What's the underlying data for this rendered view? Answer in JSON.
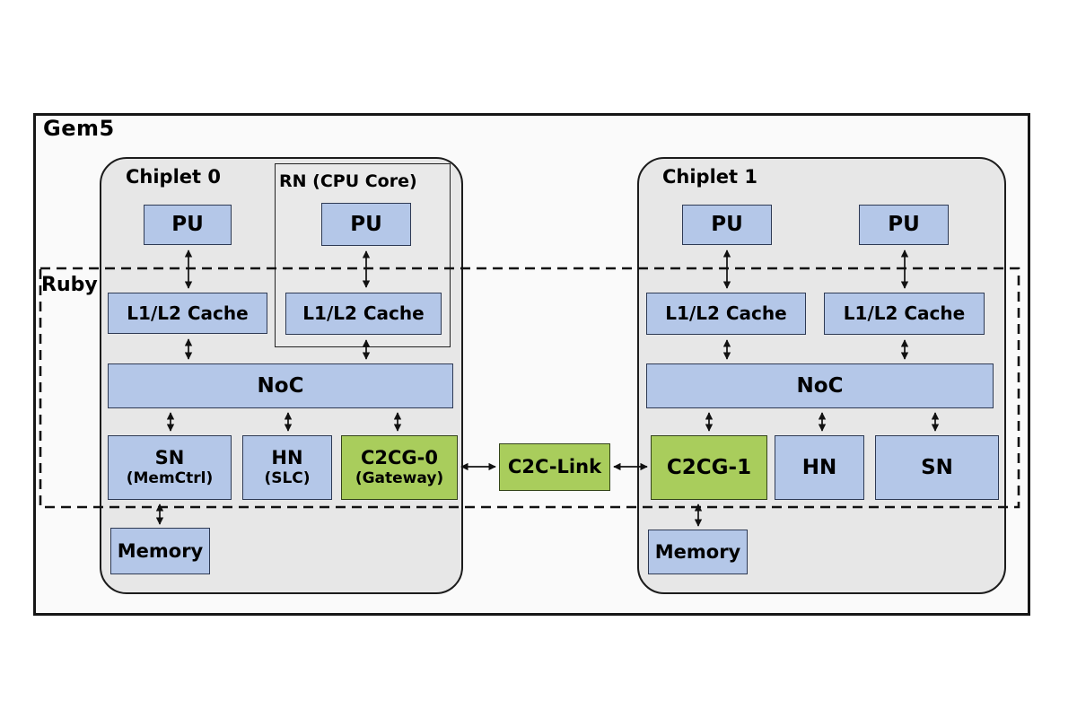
{
  "diagram": {
    "title": "Gem5",
    "ruby_label": "Ruby",
    "link": {
      "label": "C2C-Link"
    },
    "chiplet0": {
      "label": "Chiplet 0",
      "rn_label": "RN (CPU Core)",
      "pu": "PU",
      "rn_pu": "PU",
      "cache": "L1/L2 Cache",
      "rn_cache": "L1/L2 Cache",
      "noc": "NoC",
      "sn": "SN",
      "sn_sub": "(MemCtrl)",
      "hn": "HN",
      "hn_sub": "(SLC)",
      "c2cg": "C2CG-0",
      "c2cg_sub": "(Gateway)",
      "memory": "Memory"
    },
    "chiplet1": {
      "label": "Chiplet 1",
      "pu_left": "PU",
      "pu_right": "PU",
      "cache_left": "L1/L2 Cache",
      "cache_right": "L1/L2 Cache",
      "noc": "NoC",
      "c2cg": "C2CG-1",
      "hn": "HN",
      "sn": "SN",
      "memory": "Memory"
    },
    "colors": {
      "node_fill_blue": "#b4c7e8",
      "node_fill_green": "#a9cd5c",
      "chiplet_fill": "#e7e7e7",
      "outer_fill": "#fafafa",
      "line_color": "#111111"
    }
  }
}
